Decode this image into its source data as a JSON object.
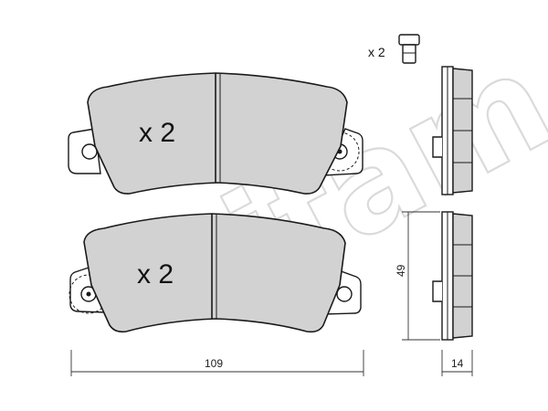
{
  "upper_pad": {
    "quantity_label": "x 2"
  },
  "lower_pad": {
    "quantity_label": "x 2"
  },
  "pin": {
    "quantity_label": "x 2"
  },
  "dimensions": {
    "width": "109",
    "height": "49",
    "thickness": "14"
  },
  "watermark": {
    "text": "cifam",
    "color": "#bdbdbd"
  },
  "colors": {
    "pad_fill": "#d2d2d2",
    "line": "#1a1a1a"
  }
}
